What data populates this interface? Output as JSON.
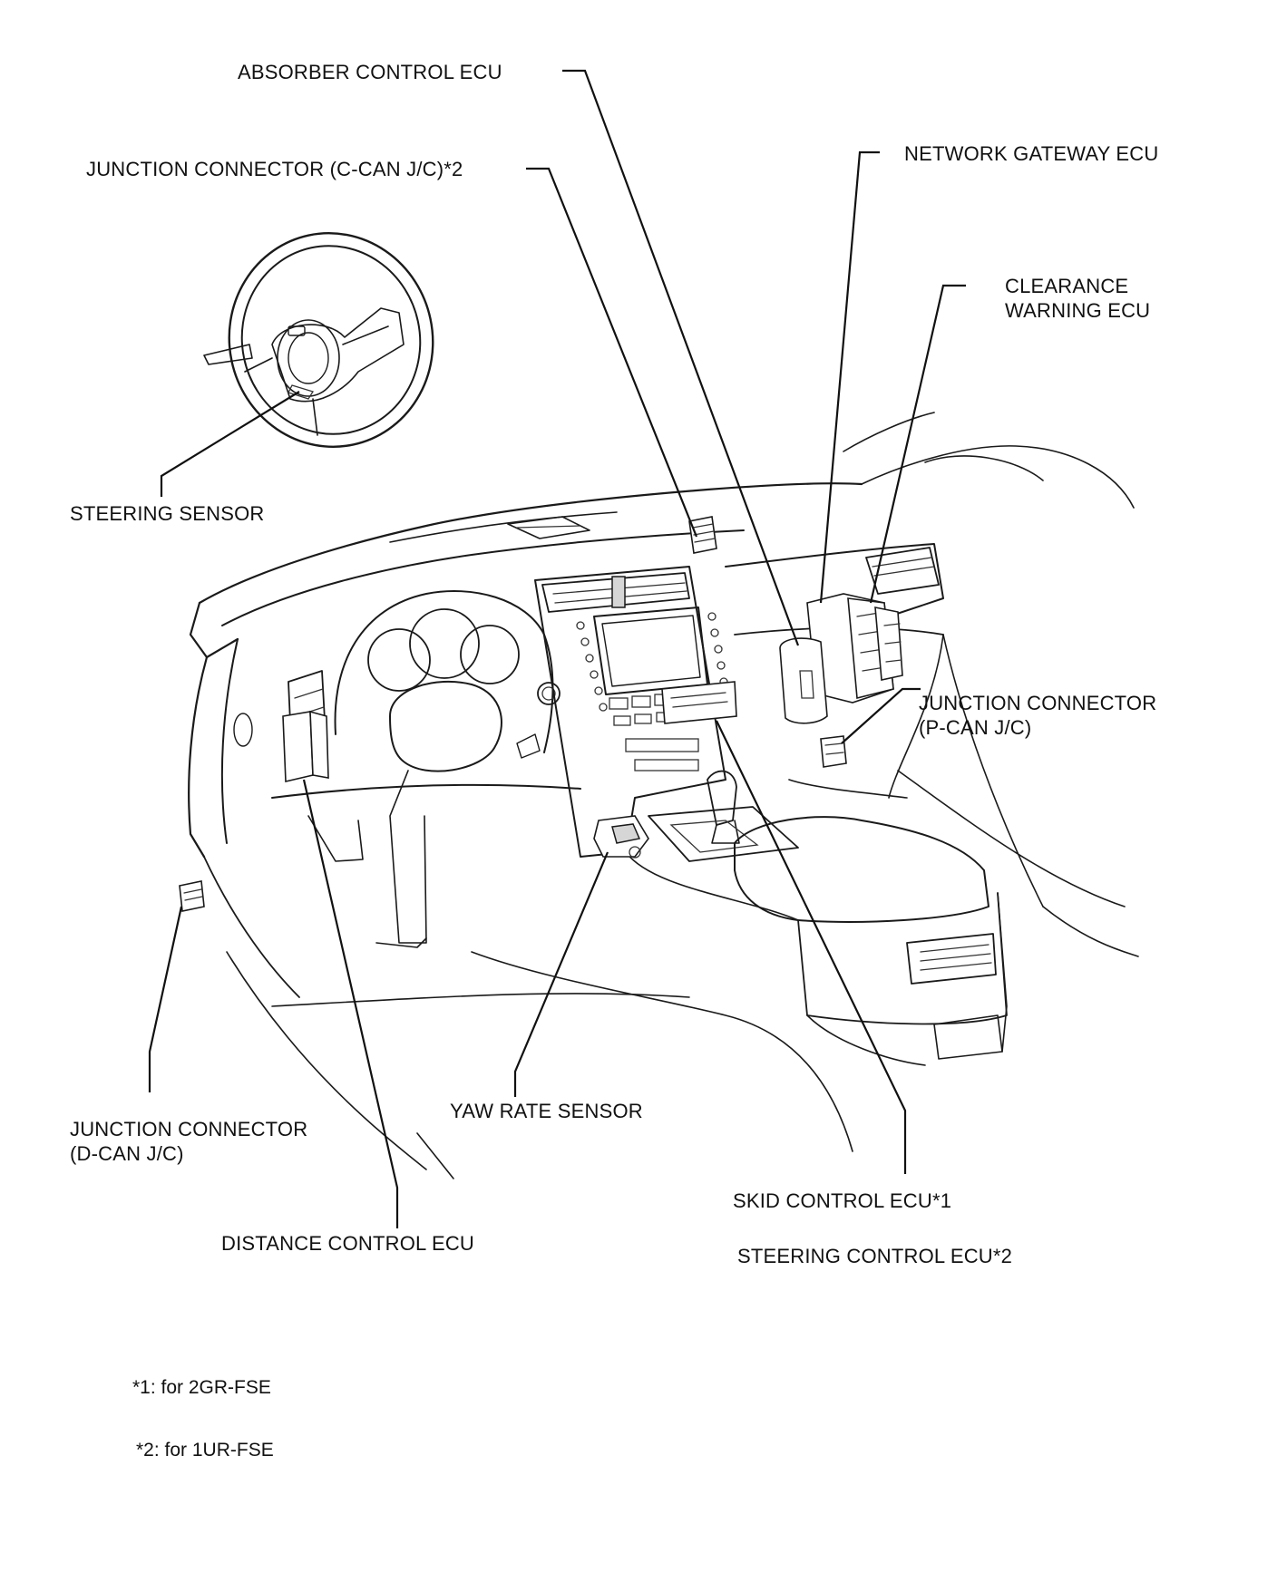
{
  "labels": {
    "absorber_control_ecu": "ABSORBER CONTROL ECU",
    "junction_connector_c_can": "JUNCTION CONNECTOR (C-CAN J/C)*2",
    "network_gateway_ecu": "NETWORK GATEWAY ECU",
    "clearance_warning_ecu_line1": "CLEARANCE",
    "clearance_warning_ecu_line2": "WARNING ECU",
    "steering_sensor": "STEERING SENSOR",
    "junction_connector_p_can_line1": "JUNCTION CONNECTOR",
    "junction_connector_p_can_line2": "(P-CAN J/C)",
    "junction_connector_d_can_line1": "JUNCTION CONNECTOR",
    "junction_connector_d_can_line2": "(D-CAN J/C)",
    "yaw_rate_sensor": "YAW RATE SENSOR",
    "skid_control_ecu": "SKID CONTROL ECU*1",
    "distance_control_ecu": "DISTANCE CONTROL ECU",
    "steering_control_ecu": "STEERING CONTROL ECU*2"
  },
  "footnotes": {
    "note1": "*1: for 2GR-FSE",
    "note2": "*2: for 1UR-FSE"
  }
}
